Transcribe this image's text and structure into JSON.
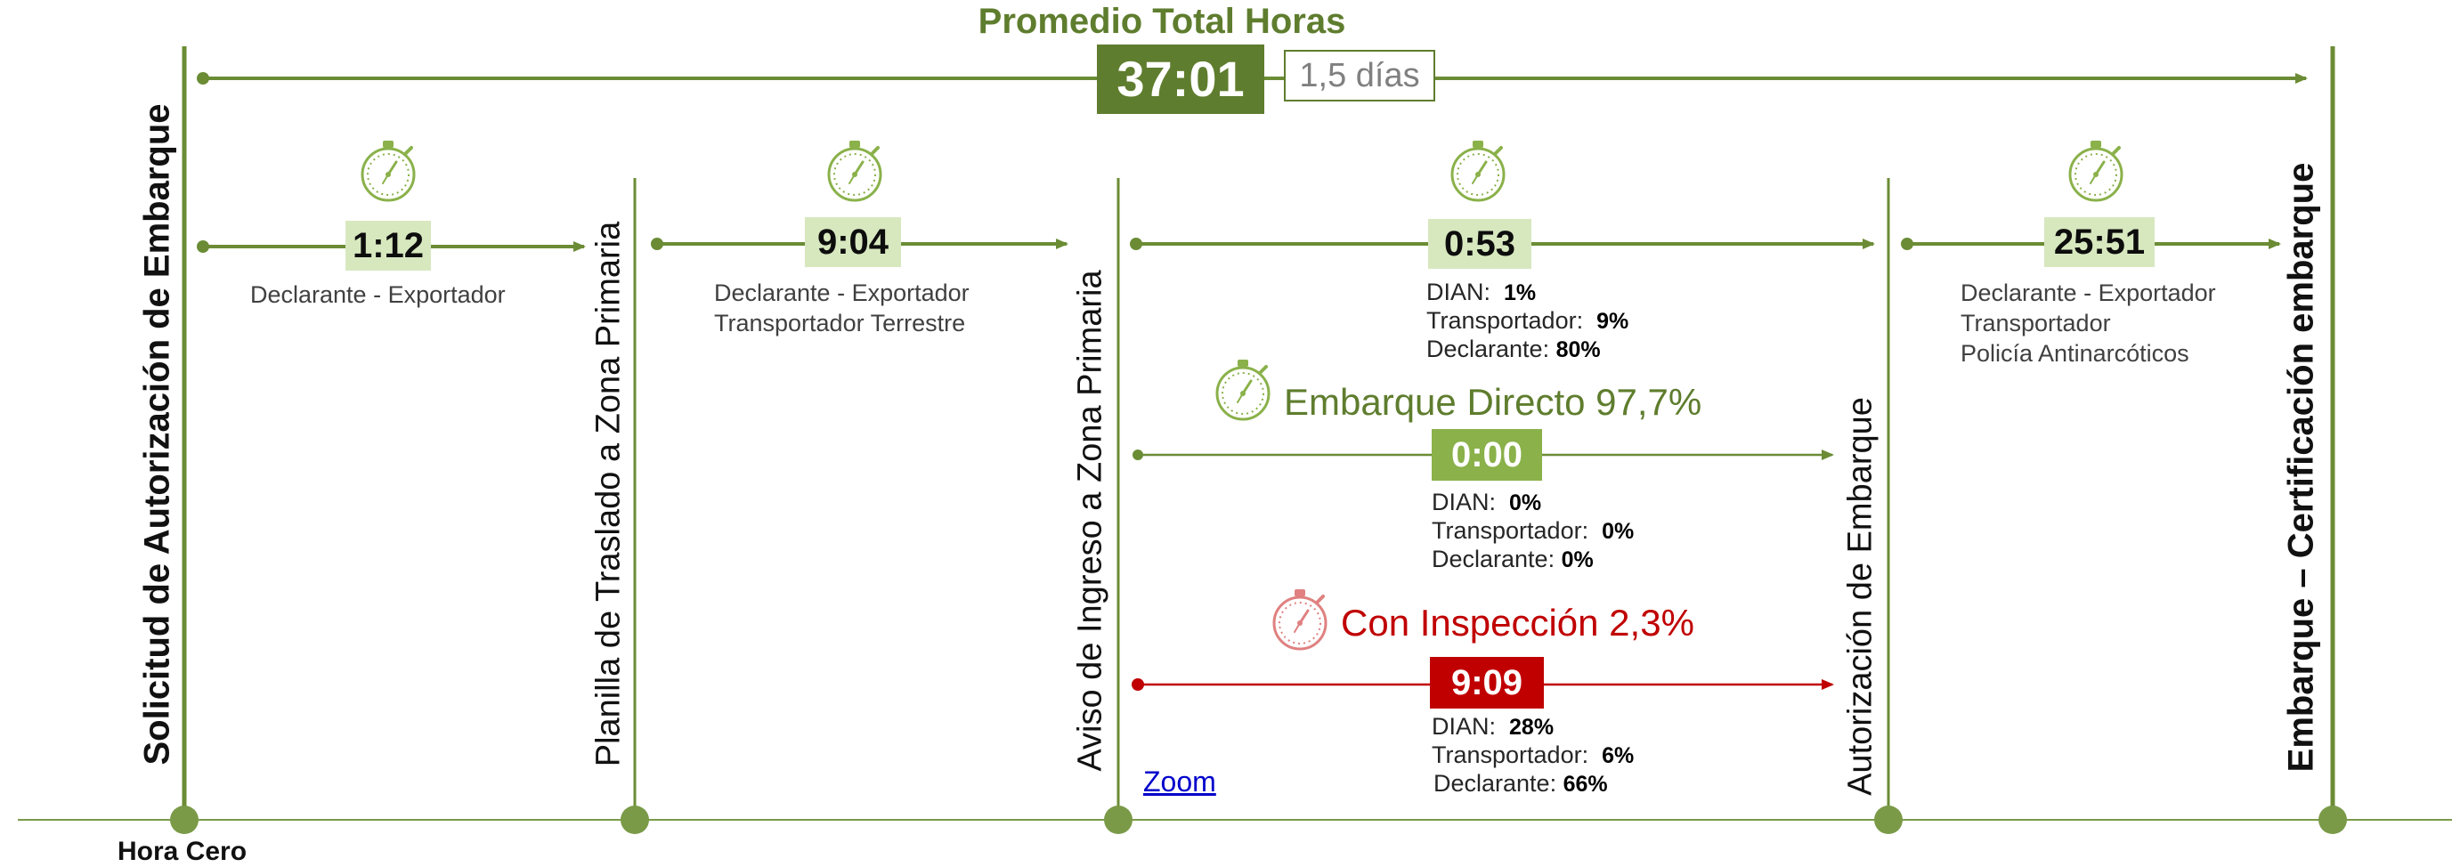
{
  "title": "Promedio Total Horas",
  "total": {
    "time": "37:01",
    "days": "1,5 días"
  },
  "milestones": [
    {
      "label": "Solicitud de Autorización de Embarque"
    },
    {
      "label": "Planilla de Traslado a Zona Primaria"
    },
    {
      "label": "Aviso de Ingreso a Zona Primaria"
    },
    {
      "label": "Autorización de Embarque"
    },
    {
      "label": "Embarque – Certificación embarque"
    }
  ],
  "segments": [
    {
      "time": "1:12",
      "actors": [
        "Declarante - Exportador"
      ]
    },
    {
      "time": "9:04",
      "actors": [
        "Declarante - Exportador",
        "Transportador Terrestre"
      ]
    },
    {
      "time": "0:53",
      "breakdown": [
        {
          "label": "DIAN:",
          "value": "1%"
        },
        {
          "label": "Transportador:",
          "value": "9%"
        },
        {
          "label": "Declarante:",
          "value": "80%"
        }
      ]
    },
    {
      "time": "25:51",
      "actors": [
        "Declarante - Exportador",
        "Transportador",
        "Policía Antinarcóticos"
      ]
    }
  ],
  "direct": {
    "label": "Embarque Directo 97,7%",
    "time": "0:00",
    "breakdown": [
      {
        "label": "DIAN:",
        "value": "0%"
      },
      {
        "label": "Transportador:",
        "value": "0%"
      },
      {
        "label": "Declarante:",
        "value": "0%"
      }
    ]
  },
  "inspection": {
    "label": "Con Inspección 2,3%",
    "time": "9:09",
    "breakdown": [
      {
        "label": "DIAN:",
        "value": "28%"
      },
      {
        "label": "Transportador:",
        "value": "6%"
      },
      {
        "label": "Declarante:",
        "value": "66%"
      }
    ]
  },
  "zoom_link": "Zoom",
  "hora_cero": "Hora Cero",
  "colors": {
    "green_dark": "#5f7d2e",
    "green_mid": "#8ab14a",
    "green_light": "#d7e8bf",
    "red": "#c00000"
  },
  "icons": {
    "stopwatch": "stopwatch-icon"
  }
}
